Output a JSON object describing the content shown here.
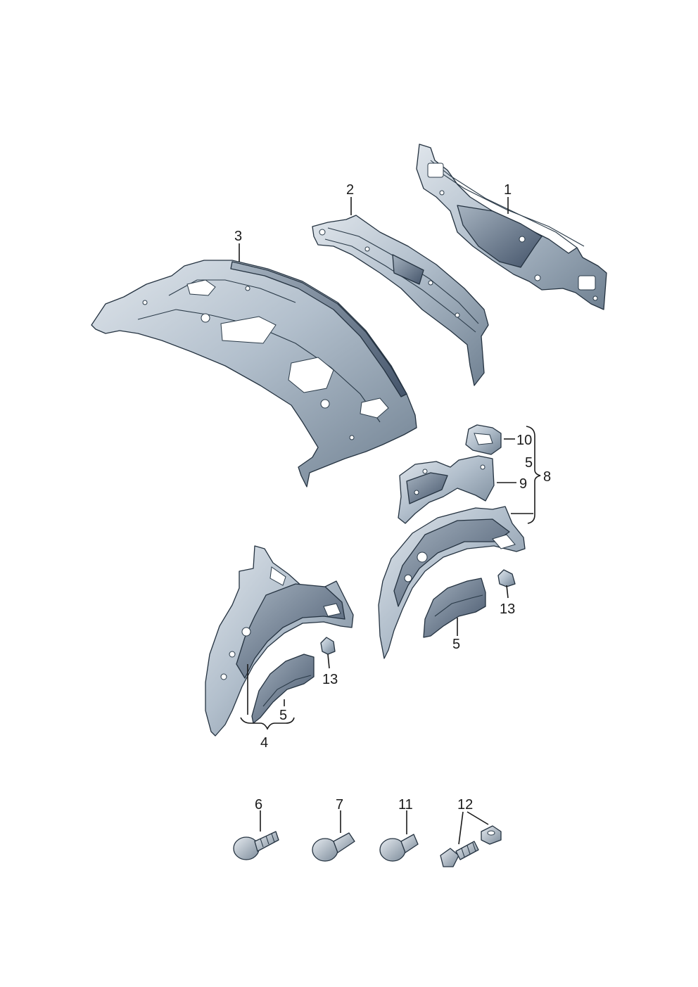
{
  "colors": {
    "part_light": "#c3ccd6",
    "part_mid": "#8c9baa",
    "part_dark": "#4f5f70",
    "outline": "#243240"
  },
  "callouts": {
    "c1": "1",
    "c2": "2",
    "c3": "3",
    "c4": "4",
    "c5a": "5",
    "c5b": "5",
    "c5c": "5",
    "c6": "6",
    "c7": "7",
    "c8": "8",
    "c9": "9",
    "c10": "10",
    "c11": "11",
    "c12": "12",
    "c13a": "13",
    "c13b": "13"
  }
}
